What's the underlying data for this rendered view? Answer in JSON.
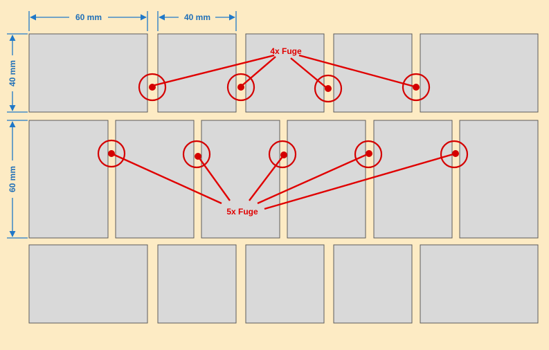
{
  "dimensions": {
    "top_wide": "60 mm",
    "top_narrow": "40 mm",
    "left_row1": "40 mm",
    "left_row2": "60 mm"
  },
  "callouts": {
    "top": "4x Fuge",
    "bottom": "5x Fuge"
  },
  "colors": {
    "background": "#fdebc4",
    "tile": "#d9d9d9",
    "dimension": "#1f78c8",
    "callout": "#d40000"
  }
}
